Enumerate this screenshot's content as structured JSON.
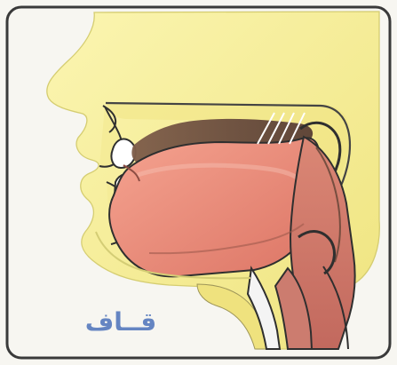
{
  "caption": {
    "text": "قــاف"
  },
  "colors": {
    "paper": "#f7f6f1",
    "frame": "#3a3a3a",
    "face_skin": "#f6ef9b",
    "face_shadow": "#e9df78",
    "tongue": "#e9866f",
    "tongue_highlight": "#f2a08f",
    "mouth_roof_shadow": "#6e4d3f",
    "tissue": "#c86f61",
    "caption_blue": "#5e7fc0",
    "outline": "#2f2f2f"
  },
  "figure": {
    "subject": "sagittal-section-of-mouth-and-throat",
    "highlight": "back-of-tongue-touching-soft-palate"
  }
}
